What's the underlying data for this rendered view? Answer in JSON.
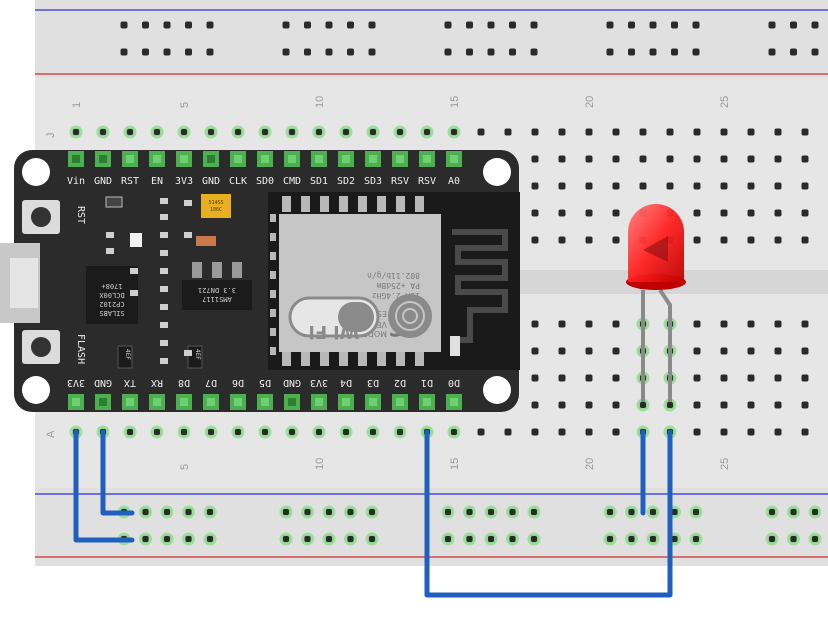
{
  "breadboard": {
    "row_label_top": "J",
    "row_label_bottom": "A",
    "column_numbers": [
      "1",
      "5",
      "10",
      "15",
      "20",
      "25"
    ]
  },
  "nodemcu": {
    "top_pins": [
      "Vin",
      "GND",
      "RST",
      "EN",
      "3V3",
      "GND",
      "CLK",
      "SD0",
      "CMD",
      "SD1",
      "SD2",
      "SD3",
      "RSV",
      "RSV",
      "A0"
    ],
    "bottom_pins": [
      "3V3",
      "GND",
      "TX",
      "RX",
      "D8",
      "D7",
      "D6",
      "D5",
      "GND",
      "3V3",
      "D4",
      "D3",
      "D2",
      "D1",
      "D0"
    ],
    "button_rst": "RST",
    "button_flash": "FLASH",
    "usb_chip_lines": [
      "SILABS",
      "CP2102",
      "DCL00X",
      "1708+"
    ],
    "regulator_lines": [
      "AMS1117",
      "3.3  DN721"
    ],
    "cap_label": "106C",
    "cap_label2": "514SS",
    "small_labels": [
      "4EF",
      "4EF"
    ],
    "esp_module": {
      "vendor_lines": [
        "MODEL",
        "VENDOR",
        "ESP8266MOD"
      ],
      "specs": [
        "ISM 2.4GHz",
        "PA +25dBm",
        "802.11b/g/n"
      ],
      "fc_logo": "FC",
      "wifi_logo": "Wi Fi"
    }
  },
  "led": {
    "color": "red"
  },
  "colors": {
    "breadboard": "#e3e3e3",
    "rail_red": "#cc0000",
    "rail_blue": "#0000cc",
    "hole": "#2a2a2a",
    "hole_connected": "#7ed07e",
    "wire": "#1f5fbf",
    "board": "#2b2b2b",
    "pin_green": "#4caf50",
    "led_red": "#ff2020"
  }
}
